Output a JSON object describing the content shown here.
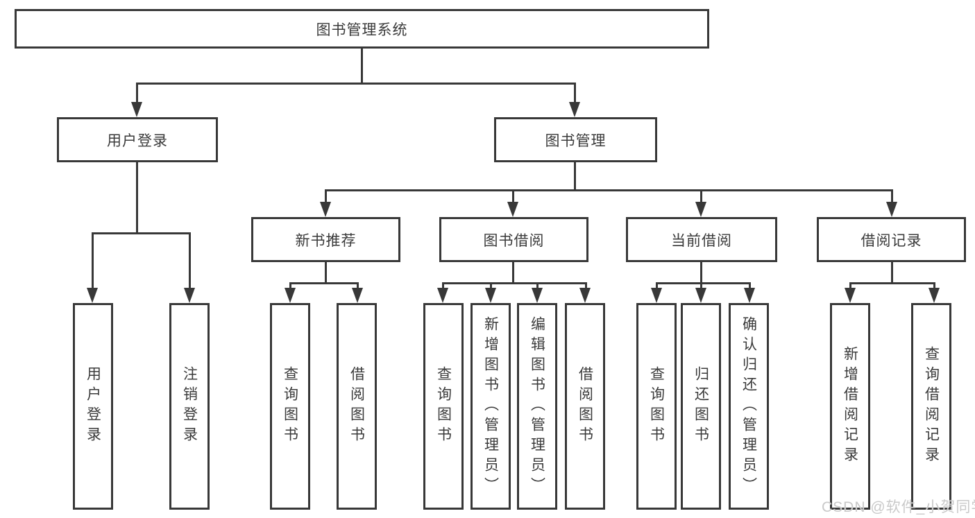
{
  "colors": {
    "line": "#383838",
    "text": "#3a3a3a",
    "background": "#ffffff",
    "watermark": "#c9c9c9"
  },
  "watermark": {
    "text": "CSDN @软件_小贺同学"
  },
  "tree": {
    "root": "图书管理系统",
    "branches": [
      {
        "label": "用户登录",
        "children": [
          "用户登录",
          "注销登录"
        ]
      },
      {
        "label": "图书管理",
        "children": [
          {
            "label": "新书推荐",
            "children": [
              "查询图书",
              "借阅图书"
            ]
          },
          {
            "label": "图书借阅",
            "children": [
              "查询图书",
              "新增图书（管理员）",
              "编辑图书（管理员）",
              "借阅图书"
            ]
          },
          {
            "label": "当前借阅",
            "children": [
              "查询图书",
              "归还图书",
              "确认归还（管理员）"
            ]
          },
          {
            "label": "借阅记录",
            "children": [
              "新增借阅记录",
              "查询借阅记录"
            ]
          }
        ]
      }
    ]
  }
}
